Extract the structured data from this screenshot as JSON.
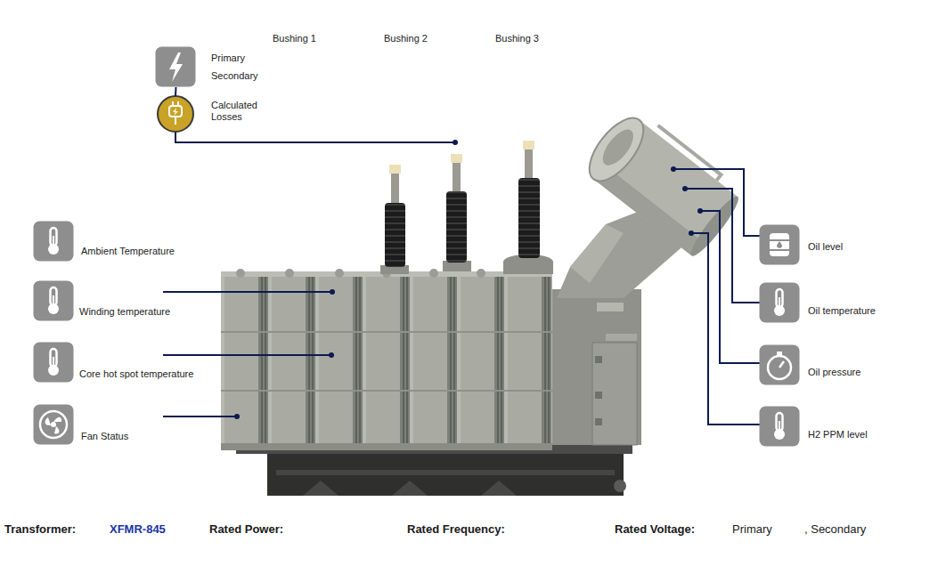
{
  "diagram": {
    "nodes": [
      {
        "text": [
          "Primary",
          "Secondary"
        ]
      },
      {
        "text": [
          "Calculated Losses"
        ]
      },
      {
        "text": [
          "Ambient Temperature"
        ]
      },
      {
        "text": [
          "Winding temperature"
        ]
      },
      {
        "text": [
          "Core hot spot temperature"
        ]
      },
      {
        "text": [
          "Fan Status"
        ]
      },
      {
        "text": [
          "Oil level"
        ]
      },
      {
        "text": [
          "Oil temperature"
        ]
      },
      {
        "text": [
          "Oil pressure"
        ]
      },
      {
        "text": [
          "H2 PPM level"
        ]
      }
    ],
    "edges": [
      {
        "from": 0,
        "to": 1,
        "arrow": "none"
      }
    ],
    "labels": [
      "Bushing 1",
      "Bushing 2",
      "Bushing 3",
      "Transformer:",
      "XFMR-845",
      "Rated Power:",
      "Rated Frequency:",
      "Rated Voltage:",
      "Primary",
      ", Secondary"
    ]
  }
}
